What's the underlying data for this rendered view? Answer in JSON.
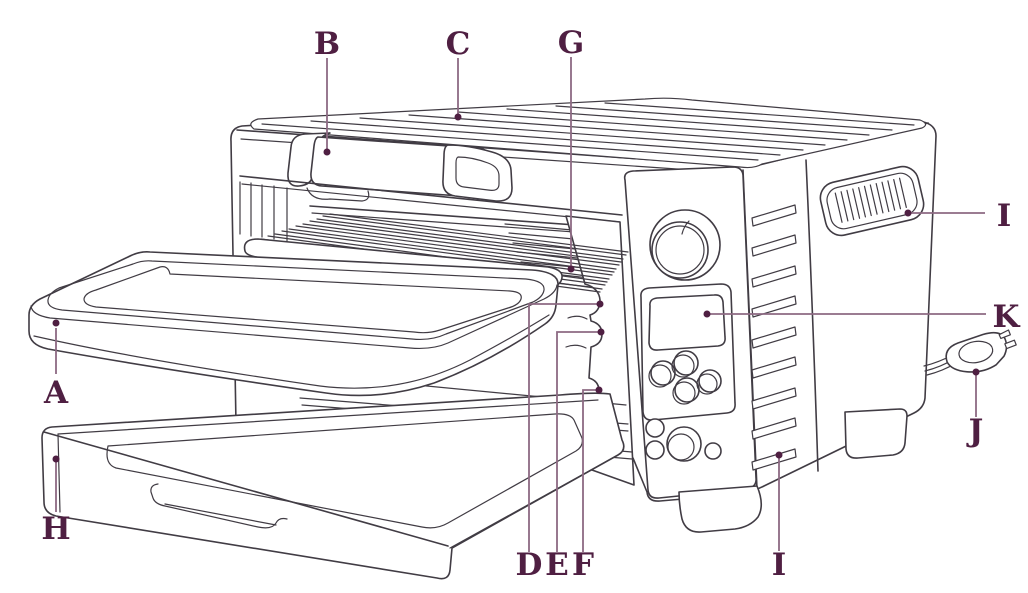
{
  "figure": {
    "description": "Line illustration of a countertop toaster oven with lettered parts callouts",
    "callouts": [
      {
        "id": "a",
        "letter": "A"
      },
      {
        "id": "b",
        "letter": "B"
      },
      {
        "id": "c",
        "letter": "C"
      },
      {
        "id": "d",
        "letter": "D"
      },
      {
        "id": "e",
        "letter": "E"
      },
      {
        "id": "f",
        "letter": "F"
      },
      {
        "id": "g",
        "letter": "G"
      },
      {
        "id": "h",
        "letter": "H"
      },
      {
        "id": "i_side_vent",
        "letter": "I"
      },
      {
        "id": "i_front_vent",
        "letter": "I"
      },
      {
        "id": "j",
        "letter": "J"
      },
      {
        "id": "k",
        "letter": "K"
      }
    ],
    "colors": {
      "artwork_line": "#413c44",
      "callout_letter": "#4f1f42",
      "leader_line": "#8d6a83",
      "leader_dot": "#4f1f42",
      "background": "#ffffff"
    }
  }
}
